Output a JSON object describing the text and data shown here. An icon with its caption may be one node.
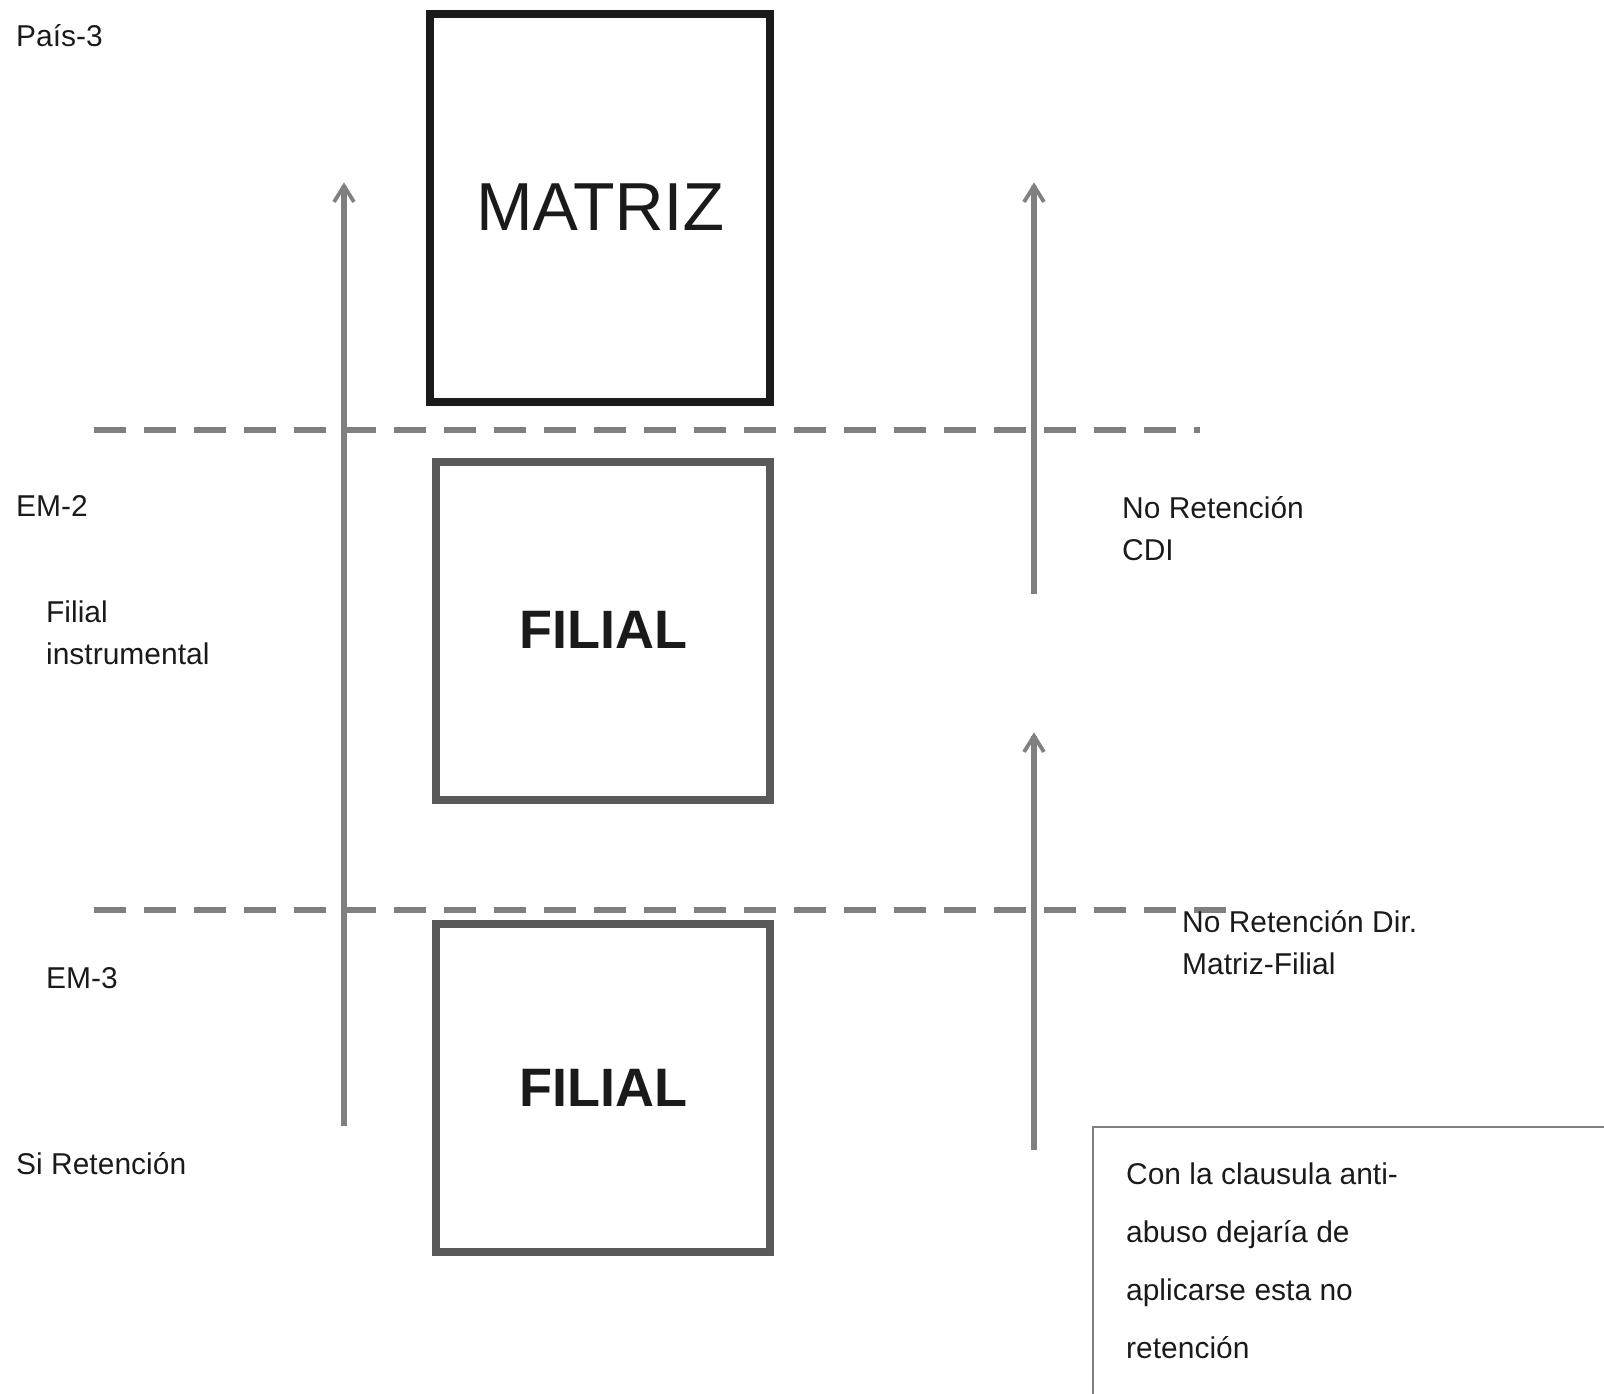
{
  "diagram": {
    "nodes": [
      {
        "text": [
          "MATRIZ"
        ]
      },
      {
        "text": [
          "FILIAL"
        ]
      },
      {
        "text": [
          "FILIAL"
        ]
      },
      {
        "text": [
          "Con la clausula anti-abuso dejaría de aplicarse esta no retención"
        ]
      }
    ],
    "labels": [
      "País-3",
      "EM-2",
      "No Retención CDI",
      "Filial instrumental",
      "EM-3",
      "No Retención Dir. Matriz-Filial",
      "Si Retención"
    ]
  }
}
